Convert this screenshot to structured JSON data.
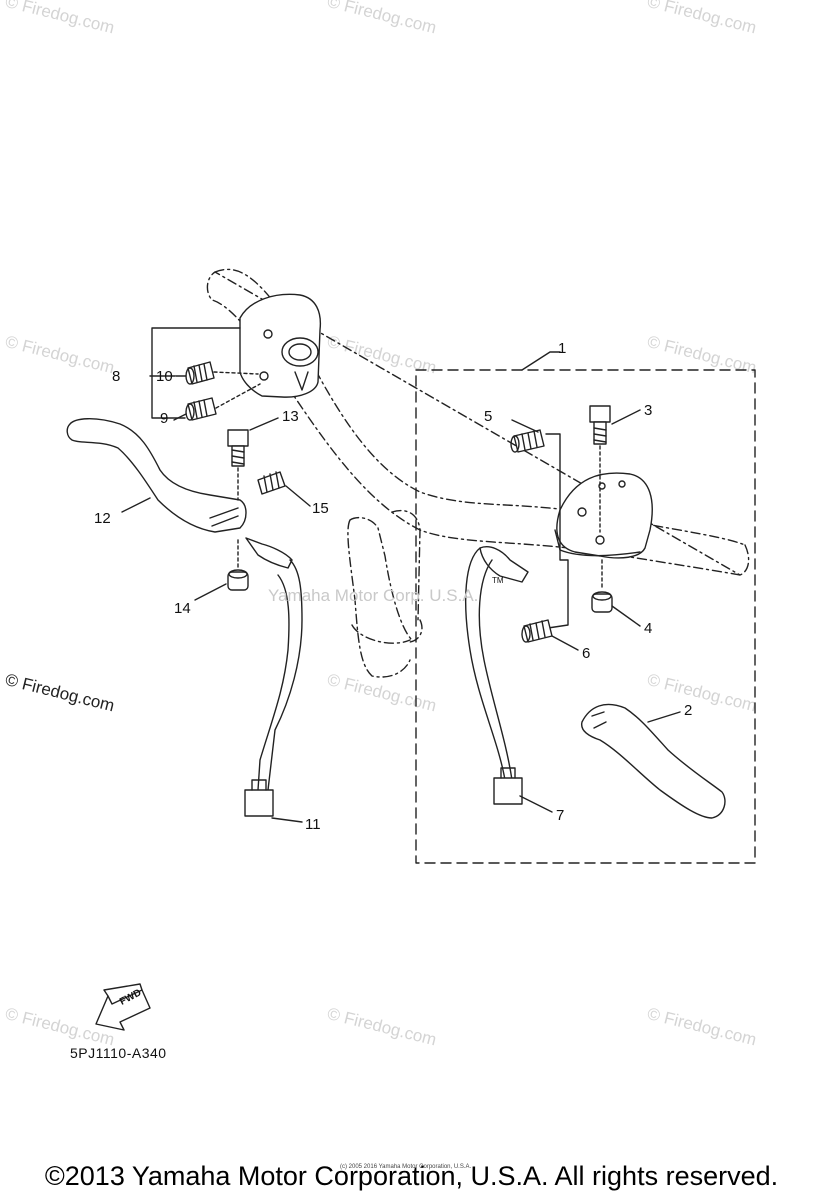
{
  "watermark_text": "© Firedog.com",
  "center_watermark": "Yamaha Motor Corp. U.S.A.",
  "tm_mark": "TM",
  "callouts": {
    "c1": "1",
    "c2": "2",
    "c3": "3",
    "c4": "4",
    "c5": "5",
    "c6": "6",
    "c7": "7",
    "c8": "8",
    "c9": "9",
    "c10": "10",
    "c11": "11",
    "c12": "12",
    "c13": "13",
    "c14": "14",
    "c15": "15"
  },
  "fwd_label": "FWD",
  "diagram_code": "5PJ1110-A340",
  "tiny_credit": "(c) 2005 2016 Yamaha Motor Corporation, U.S.A.",
  "copyright": "©2013 Yamaha Motor Corporation, U.S.A. All rights reserved.",
  "colors": {
    "line": "#222222",
    "watermark": "#d0d0d0"
  }
}
